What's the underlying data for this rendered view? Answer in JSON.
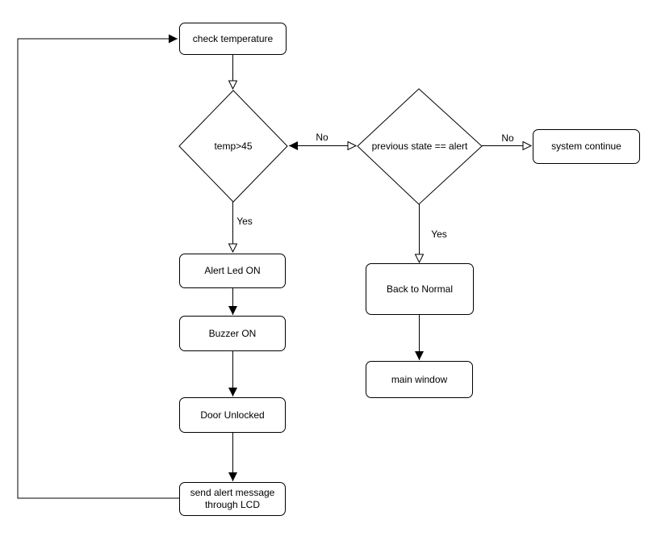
{
  "diagram": {
    "background_color": "#ffffff",
    "stroke_color": "#000000",
    "text_color": "#000000",
    "nodes": {
      "check_temperature": {
        "label": "check temperature",
        "type": "process"
      },
      "temp_gt_45": {
        "label": "temp>45",
        "type": "decision"
      },
      "previous_state_alert": {
        "label": "previous state == alert",
        "type": "decision"
      },
      "system_continue": {
        "label": "system continue",
        "type": "process"
      },
      "alert_led_on": {
        "label": "Alert Led ON",
        "type": "process"
      },
      "buzzer_on": {
        "label": "Buzzer ON",
        "type": "process"
      },
      "door_unlocked": {
        "label": "Door Unlocked",
        "type": "process"
      },
      "send_alert_lcd": {
        "label": "send alert message through LCD",
        "type": "process"
      },
      "back_to_normal": {
        "label": "Back to Normal",
        "type": "process"
      },
      "main_window": {
        "label": "main window",
        "type": "process"
      }
    },
    "edges": [
      {
        "from": "check_temperature",
        "to": "temp_gt_45",
        "label": "",
        "head": "open"
      },
      {
        "from": "temp_gt_45",
        "to": "previous_state_alert",
        "label": "No",
        "head": "open",
        "tail_head": "filled"
      },
      {
        "from": "previous_state_alert",
        "to": "system_continue",
        "label": "No",
        "head": "open"
      },
      {
        "from": "temp_gt_45",
        "to": "alert_led_on",
        "label": "Yes",
        "head": "open"
      },
      {
        "from": "alert_led_on",
        "to": "buzzer_on",
        "label": "",
        "head": "filled"
      },
      {
        "from": "buzzer_on",
        "to": "door_unlocked",
        "label": "",
        "head": "filled"
      },
      {
        "from": "door_unlocked",
        "to": "send_alert_lcd",
        "label": "",
        "head": "filled"
      },
      {
        "from": "send_alert_lcd",
        "to": "check_temperature",
        "label": "",
        "head": "filled"
      },
      {
        "from": "previous_state_alert",
        "to": "back_to_normal",
        "label": "Yes",
        "head": "open"
      },
      {
        "from": "back_to_normal",
        "to": "main_window",
        "label": "",
        "head": "filled"
      }
    ]
  }
}
